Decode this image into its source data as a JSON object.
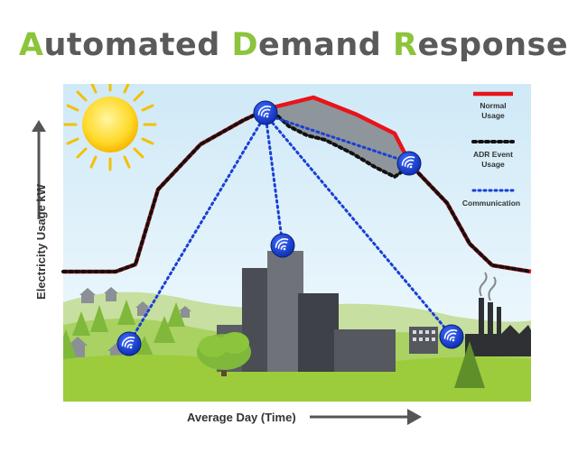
{
  "title": {
    "parts": [
      {
        "cap": "A",
        "rest": "utomated "
      },
      {
        "cap": "D",
        "rest": "emand "
      },
      {
        "cap": "R",
        "rest": "esponse"
      }
    ]
  },
  "axes": {
    "y_label": "Electricity Usage kW",
    "x_label": "Average Day (Time)"
  },
  "legend": {
    "normal": "Normal\nUsage",
    "adr": "ADR Event\nUsage",
    "communication": "Communication"
  },
  "colors": {
    "title_cap": "#8cc43c",
    "title_text": "#5a5a5a",
    "normal_line": "#e8141a",
    "adr_line": "#111111",
    "communication": "#1a3fd6",
    "sky": "#dff1fb",
    "grass": "#9ccc3c",
    "reduction_area": "#8a9096"
  },
  "icons": [
    "sun-icon",
    "wifi-node-icon",
    "arrow-up-icon",
    "arrow-right-icon"
  ]
}
